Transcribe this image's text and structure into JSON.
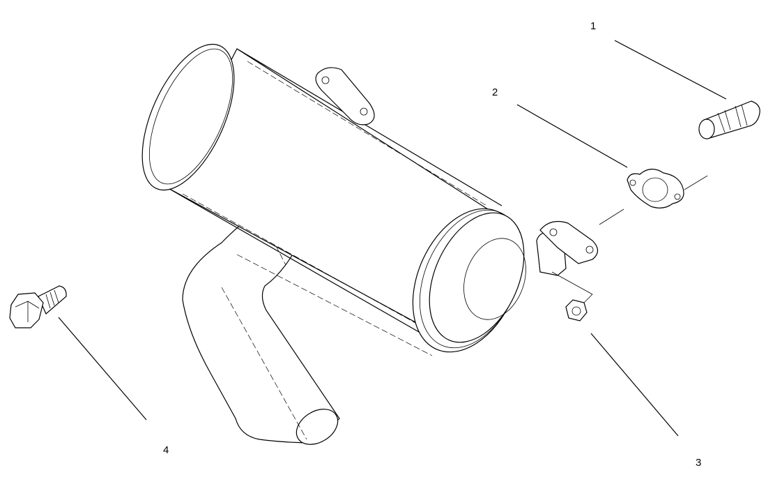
{
  "diagram": {
    "callouts": [
      {
        "id": "1",
        "part": "pin"
      },
      {
        "id": "2",
        "part": "gasket"
      },
      {
        "id": "3",
        "part": "nut"
      },
      {
        "id": "4",
        "part": "bolt"
      }
    ],
    "colors": {
      "line": "#000000",
      "background": "#ffffff"
    }
  }
}
